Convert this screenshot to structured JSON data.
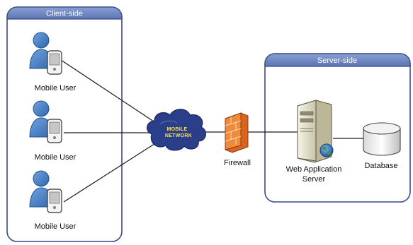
{
  "client": {
    "title": "Client-side",
    "users": [
      {
        "label": "Mobile User"
      },
      {
        "label": "Mobile User"
      },
      {
        "label": "Mobile User"
      }
    ]
  },
  "network": {
    "line1": "MOBILE",
    "line2": "NETWORK"
  },
  "firewall": {
    "label": "Firewall"
  },
  "server": {
    "title": "Server-side",
    "web_server_line1": "Web Application",
    "web_server_line2": "Server",
    "database": "Database"
  },
  "colors": {
    "panel_border": "#3a4a84",
    "panel_fill": "#ffffff",
    "header_fill": "#6d86bf",
    "person": "#4a85c8",
    "cloud": "#2a3e8a",
    "firewall": "#e7762c",
    "server_body": "#ebe8d6"
  }
}
